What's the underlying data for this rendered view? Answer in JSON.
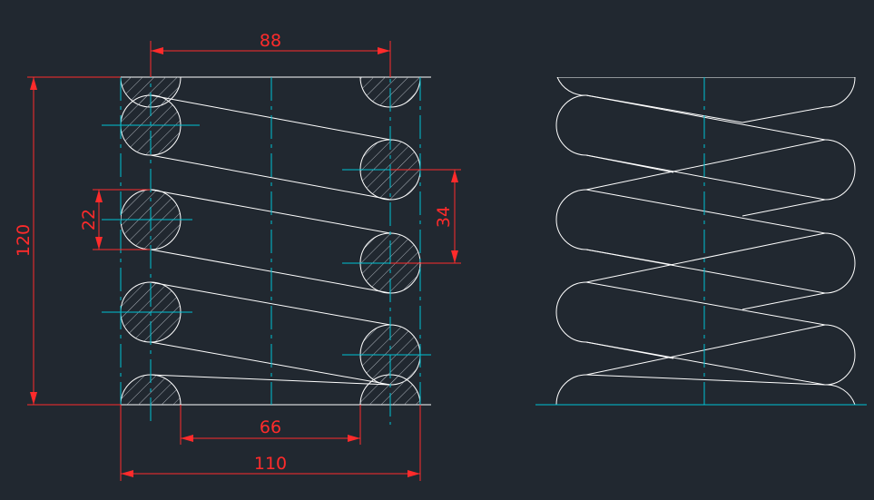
{
  "colors": {
    "background": "#212830",
    "outline": "#ffffff",
    "centerline": "#00c2d4",
    "dimension": "#ff2b2b",
    "hatch": "#b9c0c7"
  },
  "dimensions": {
    "mean_diameter": "88",
    "free_height": "120",
    "wire_diameter": "22",
    "pitch": "34",
    "inner_diameter": "66",
    "outer_diameter": "110"
  }
}
